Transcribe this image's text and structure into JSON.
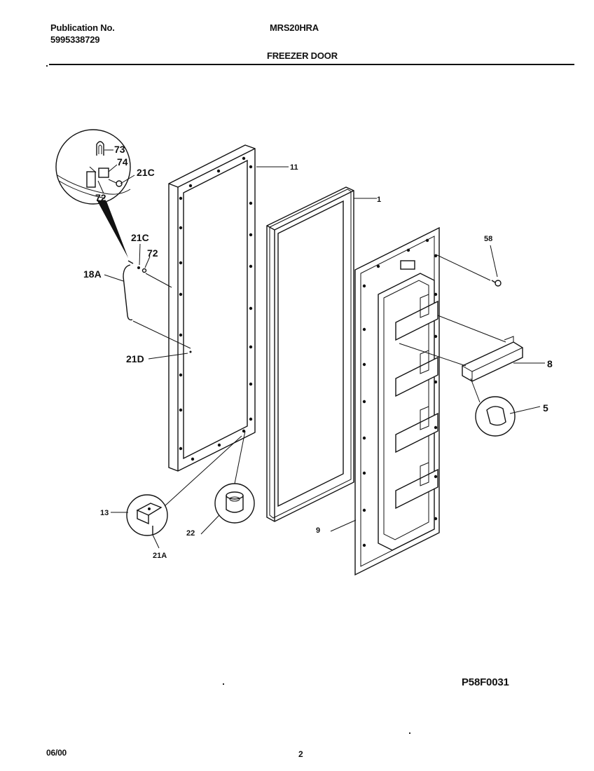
{
  "header": {
    "publication_label": "Publication No.",
    "publication_number": "5995338729",
    "model": "MRS20HRA",
    "section_title": "FREEZER DOOR"
  },
  "diagram": {
    "parts": [
      {
        "key": "p73",
        "label": "73"
      },
      {
        "key": "p74",
        "label": "74"
      },
      {
        "key": "p21c_detail",
        "label": "21C"
      },
      {
        "key": "p72_detail",
        "label": "72"
      },
      {
        "key": "p11",
        "label": "11"
      },
      {
        "key": "p1",
        "label": "1"
      },
      {
        "key": "p21c",
        "label": "21C"
      },
      {
        "key": "p72",
        "label": "72"
      },
      {
        "key": "p18a",
        "label": "18A"
      },
      {
        "key": "p58",
        "label": "58"
      },
      {
        "key": "p8",
        "label": "8"
      },
      {
        "key": "p21d",
        "label": "21D"
      },
      {
        "key": "p5",
        "label": "5"
      },
      {
        "key": "p13",
        "label": "13"
      },
      {
        "key": "p22",
        "label": "22"
      },
      {
        "key": "p21a",
        "label": "21A"
      },
      {
        "key": "p9",
        "label": "9"
      }
    ],
    "drawing_code": "P58F0031"
  },
  "footer": {
    "date": "06/00",
    "page": "2"
  }
}
